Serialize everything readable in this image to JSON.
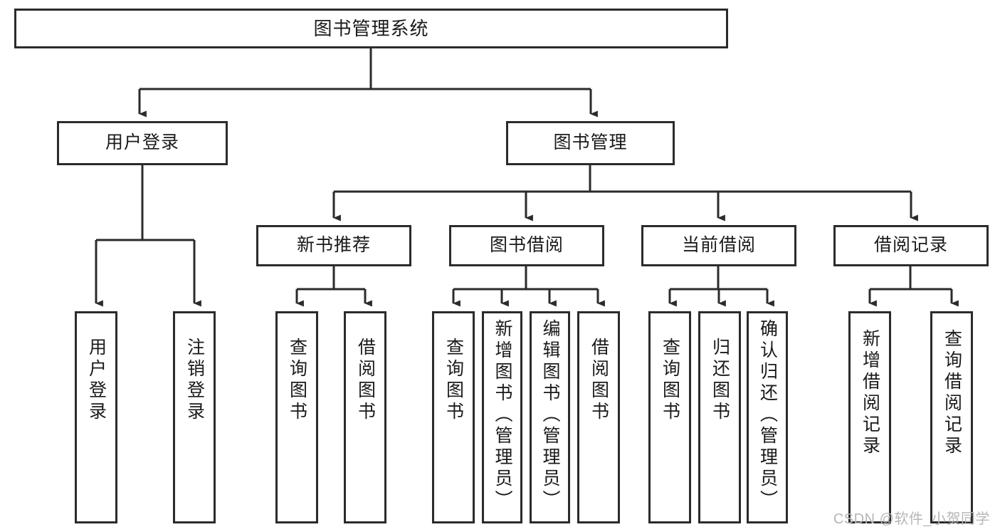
{
  "diagram": {
    "title": "图书管理系统",
    "type": "hierarchy-tree",
    "watermark": "CSDN @软件_小贺同学",
    "colors": {
      "box_border": "#2b2b2b",
      "box_fill": "#ffffff",
      "connector": "#2b2b2b",
      "text": "#1a1a1a",
      "watermark": "#b6b6b6"
    },
    "levels": [
      {
        "level": 1,
        "nodes": [
          {
            "id": "root",
            "label": "图书管理系统"
          }
        ]
      },
      {
        "level": 2,
        "nodes": [
          {
            "id": "l2a",
            "label": "用户登录"
          },
          {
            "id": "l2b",
            "label": "图书管理"
          }
        ]
      },
      {
        "level": 3,
        "nodes": [
          {
            "id": "l3a",
            "label": "新书推荐"
          },
          {
            "id": "l3b",
            "label": "图书借阅"
          },
          {
            "id": "l3c",
            "label": "当前借阅"
          },
          {
            "id": "l3d",
            "label": "借阅记录"
          }
        ]
      },
      {
        "level": 4,
        "nodes": [
          {
            "id": "leaf1",
            "label": "用户登录",
            "parent": "用户登录"
          },
          {
            "id": "leaf2",
            "label": "注销登录",
            "parent": "用户登录"
          },
          {
            "id": "leaf3",
            "label": "查询图书",
            "parent": "新书推荐"
          },
          {
            "id": "leaf4",
            "label": "借阅图书",
            "parent": "新书推荐"
          },
          {
            "id": "leaf5",
            "label": "查询图书",
            "parent": "图书借阅"
          },
          {
            "id": "leaf6",
            "label": "新增图书（管理员）",
            "parent": "图书借阅"
          },
          {
            "id": "leaf7",
            "label": "编辑图书（管理员）",
            "parent": "图书借阅"
          },
          {
            "id": "leaf8",
            "label": "借阅图书",
            "parent": "图书借阅"
          },
          {
            "id": "leaf9",
            "label": "查询图书",
            "parent": "当前借阅"
          },
          {
            "id": "leaf10",
            "label": "归还图书",
            "parent": "当前借阅"
          },
          {
            "id": "leaf11",
            "label": "确认归还（管理员）",
            "parent": "当前借阅"
          },
          {
            "id": "leaf12",
            "label": "新增借阅记录",
            "parent": "借阅记录"
          },
          {
            "id": "leaf13",
            "label": "查询借阅记录",
            "parent": "借阅记录"
          }
        ]
      }
    ]
  }
}
